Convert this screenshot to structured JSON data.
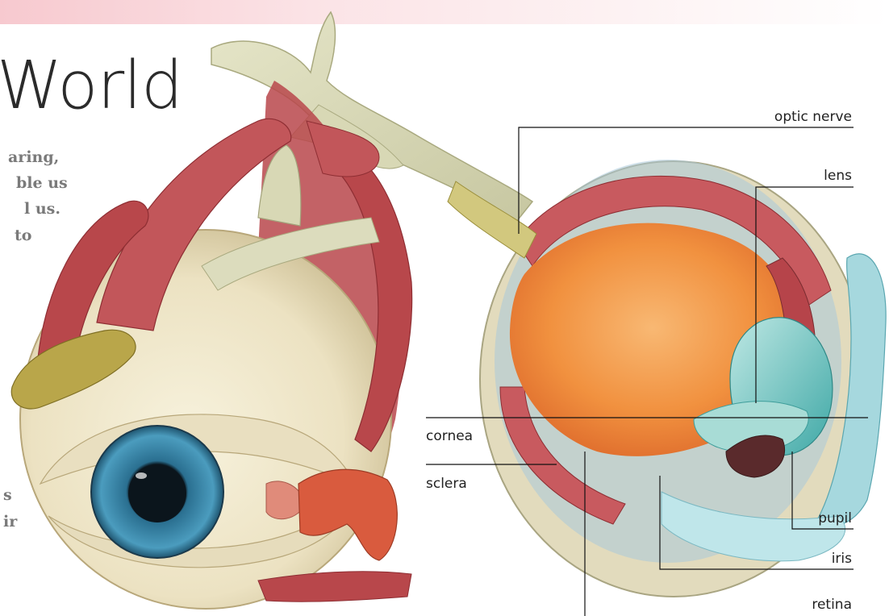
{
  "page": {
    "title_fragment": "World",
    "intro_fragments": [
      "aring,",
      "ble us",
      "l us.",
      "to"
    ],
    "lower_fragments": [
      "s",
      "ir"
    ]
  },
  "diagram": {
    "labels": {
      "optic_nerve": "optic nerve",
      "lens": "lens",
      "cornea": "cornea",
      "sclera": "sclera",
      "pupil": "pupil",
      "iris": "iris",
      "retina": "retina"
    }
  },
  "colors": {
    "header_band": "#f7c9cf",
    "sclera": "#efe9d2",
    "muscle": "#b8474b",
    "nerve": "#dcdcbd",
    "vitreous": "#f29a52",
    "iris_blue": "#3c86a8",
    "lens_cyan": "#5fc0bd",
    "leader_line": "#111111"
  }
}
